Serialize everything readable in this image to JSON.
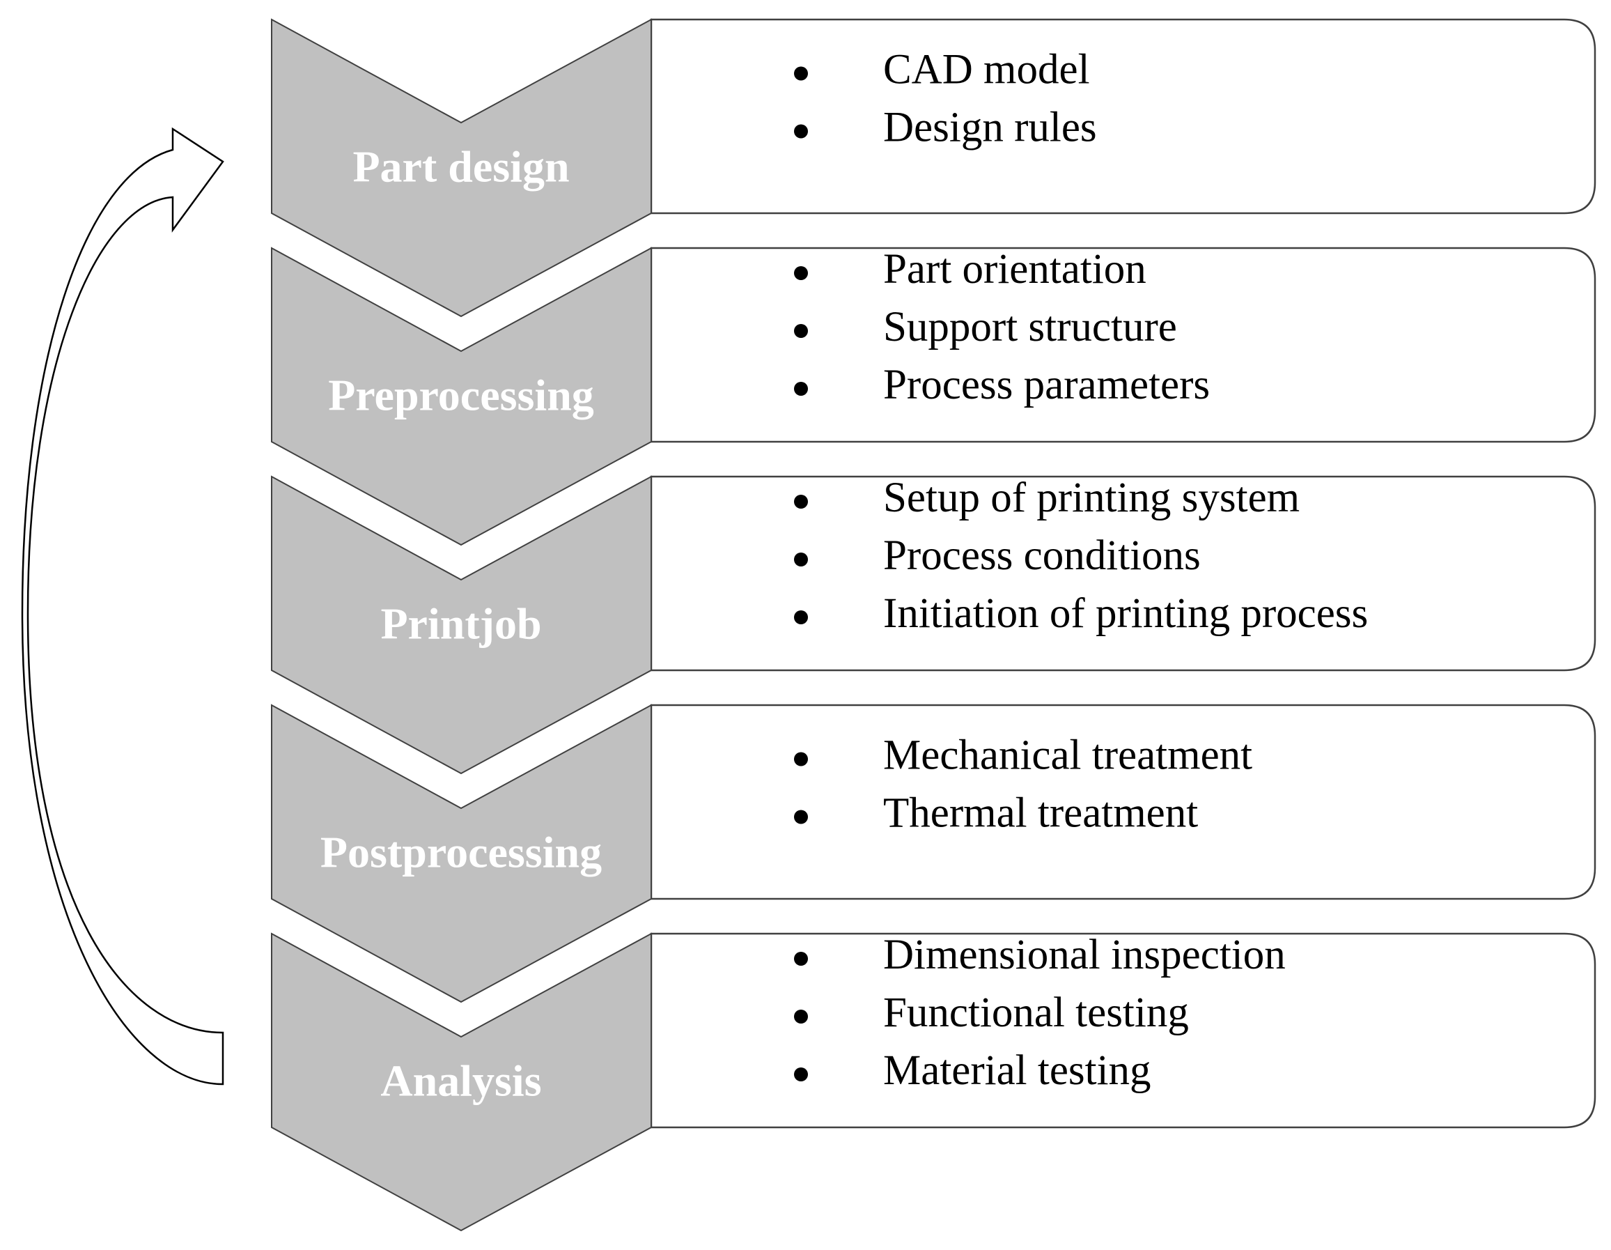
{
  "stages": [
    {
      "label": "Part design",
      "items": [
        "CAD model",
        "Design rules"
      ]
    },
    {
      "label": "Preprocessing",
      "items": [
        "Part orientation",
        "Support structure",
        "Process parameters"
      ]
    },
    {
      "label": "Printjob",
      "items": [
        "Setup of printing system",
        "Process conditions",
        "Initiation of printing process"
      ]
    },
    {
      "label": "Postprocessing",
      "items": [
        "Mechanical treatment",
        "Thermal treatment"
      ]
    },
    {
      "label": "Analysis",
      "items": [
        "Dimensional inspection",
        "Functional testing",
        "Material testing"
      ]
    }
  ],
  "colors": {
    "chevron_fill": "#c0c0c0",
    "chevron_label": "#ffffff",
    "box_border": "#404040",
    "text": "#000000"
  },
  "icons": {
    "loop_arrow": "curved-return-arrow-icon",
    "bullet": "bullet-dot-icon"
  }
}
